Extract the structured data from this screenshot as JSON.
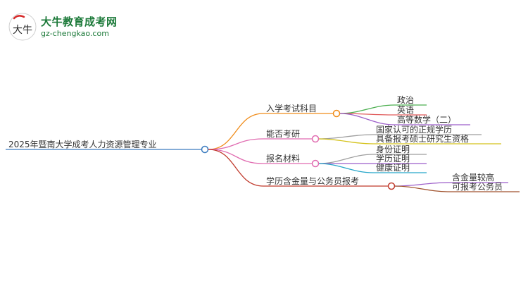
{
  "logo": {
    "name": "大牛教育成考网",
    "url": "gz-chengkao.com",
    "mark_text": "大牛",
    "brand_color": "#1d7a3a",
    "accent_color": "#d62828"
  },
  "root": {
    "label": "2025年暨南大学成考人力资源管理专业",
    "color": "#3a7bbf"
  },
  "branches": [
    {
      "label": "入学考试科目",
      "color": "#f08c1a",
      "children": [
        {
          "label": "政治",
          "color": "#4caf50"
        },
        {
          "label": "英语",
          "color": "#e05a5a"
        },
        {
          "label": "高等数学（二）",
          "color": "#9c5ec9"
        }
      ]
    },
    {
      "label": "能否考研",
      "color": "#e06bb0",
      "children": [
        {
          "label": "国家认可的正规学历",
          "color": "#9e9e9e"
        },
        {
          "label": "具备报考硕士研究生资格",
          "color": "#d4c21a"
        }
      ]
    },
    {
      "label": "报名材料",
      "color": "#e06bb0",
      "children": [
        {
          "label": "身份证明",
          "color": "#9e9e9e"
        },
        {
          "label": "学历证明",
          "color": "#9c5ec9"
        },
        {
          "label": "健康证明",
          "color": "#26a6c9"
        }
      ]
    },
    {
      "label": "学历含金量与公务员报考",
      "color": "#c0392b",
      "children": [
        {
          "label": "含金量较高",
          "color": "#9c5ec9"
        },
        {
          "label": "可报考公务员",
          "color": "#a0522d"
        }
      ]
    }
  ]
}
